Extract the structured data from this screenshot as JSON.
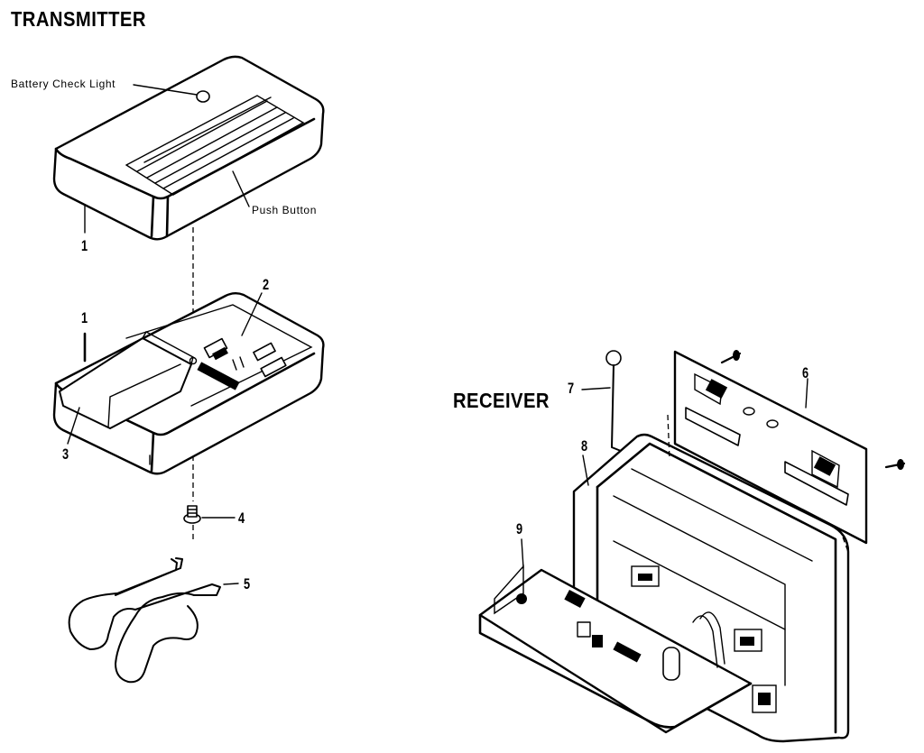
{
  "headings": {
    "transmitter": "TRANSMITTER",
    "receiver": "RECEIVER"
  },
  "callouts": {
    "battery_check_light": "Battery Check Light",
    "push_button": "Push Button"
  },
  "part_numbers": {
    "p1_top": "1",
    "p1_mid": "1",
    "p2": "2",
    "p3": "3",
    "p4": "4",
    "p5": "5",
    "p6": "6",
    "p7": "7",
    "p8": "8",
    "p9": "9"
  }
}
